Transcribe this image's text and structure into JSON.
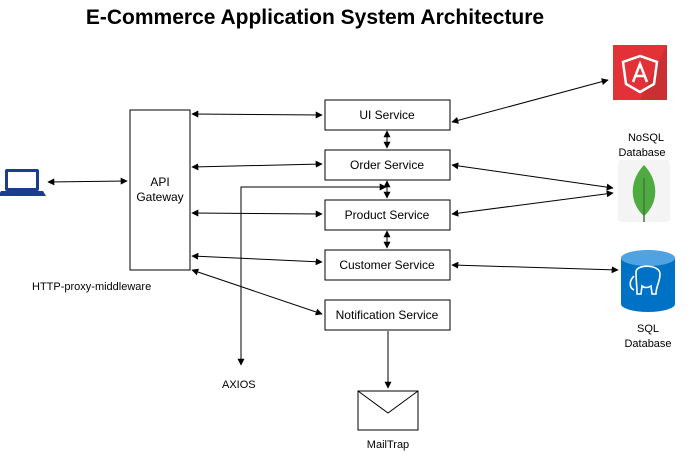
{
  "title": "E-Commerce Application System Architecture",
  "gateway": {
    "line1": "API",
    "line2": "Gateway"
  },
  "services": {
    "ui": "UI Service",
    "order": "Order Service",
    "product": "Product Service",
    "customer": "Customer Service",
    "notification": "Notification Service"
  },
  "labels": {
    "proxy": "HTTP-proxy-middleware",
    "axios": "AXIOS",
    "mailtrap": "MailTrap",
    "nosql_line1": "NoSQL",
    "nosql_line2": "Database",
    "sql_line1": "SQL",
    "sql_line2": "Database"
  },
  "icons": {
    "client": "laptop-icon",
    "frontend": "angular-logo-icon",
    "nosql": "mongodb-leaf-icon",
    "sql": "postgresql-elephant-icon",
    "mail": "envelope-icon"
  },
  "colors": {
    "laptop": "#1a3d8f",
    "angular": "#e23237",
    "angular_dark": "#b52e31",
    "mongo_leaf": "#4faa41",
    "mongo_bg": "#f4f4f4",
    "postgres": "#0072c6",
    "postgres_light": "#4fa3e0"
  }
}
